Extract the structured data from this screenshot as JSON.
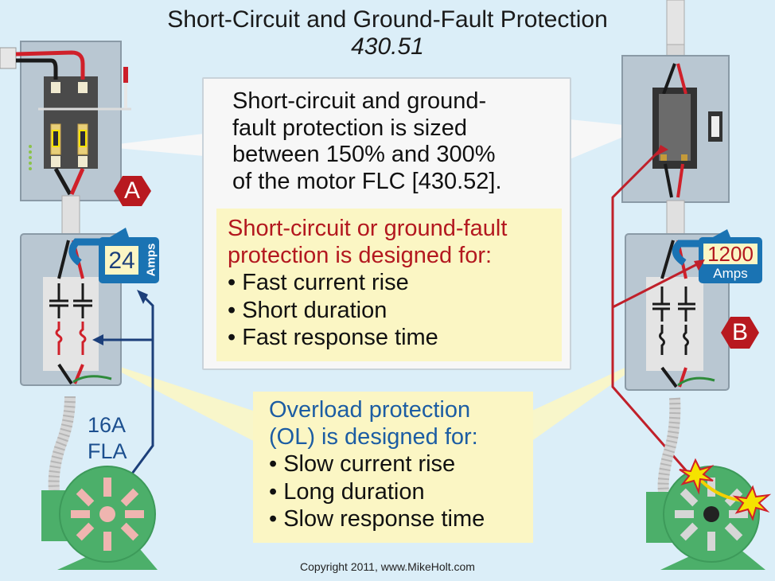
{
  "header": {
    "title": "Short-Circuit and Ground-Fault Protection",
    "code_ref": "430.51"
  },
  "sizing_note": {
    "lines": [
      "Short-circuit and ground-",
      "fault protection is sized",
      "between 150% and 300%",
      "of the motor FLC [430.52]."
    ]
  },
  "short_circuit_box": {
    "heading_lines": [
      "Short-circuit or ground-fault",
      "protection is designed for:"
    ],
    "bullets": [
      "• Fast current rise",
      "• Short duration",
      "• Fast response time"
    ]
  },
  "overload_box": {
    "heading_lines": [
      "Overload protection",
      "(OL) is designed for:"
    ],
    "bullets": [
      "• Slow current rise",
      "• Long duration",
      "• Slow response time"
    ]
  },
  "left_circuit": {
    "label": "A",
    "meter_value": "24",
    "meter_unit": "Amps",
    "motor_rating_lines": [
      "16A",
      "FLA"
    ]
  },
  "right_circuit": {
    "label": "B",
    "meter_value": "1200",
    "meter_unit": "Amps"
  },
  "colors": {
    "background": "#dbeef8",
    "heading_red": "#b3181f",
    "heading_blue": "#1c5da3",
    "hex_badge": "#b8191f",
    "meter_blue": "#1a73b3",
    "motor_green": "#4caf6a",
    "callout_yellow": "#fbf6c4"
  },
  "footer": {
    "copyright": "Copyright 2011, www.MikeHolt.com"
  }
}
